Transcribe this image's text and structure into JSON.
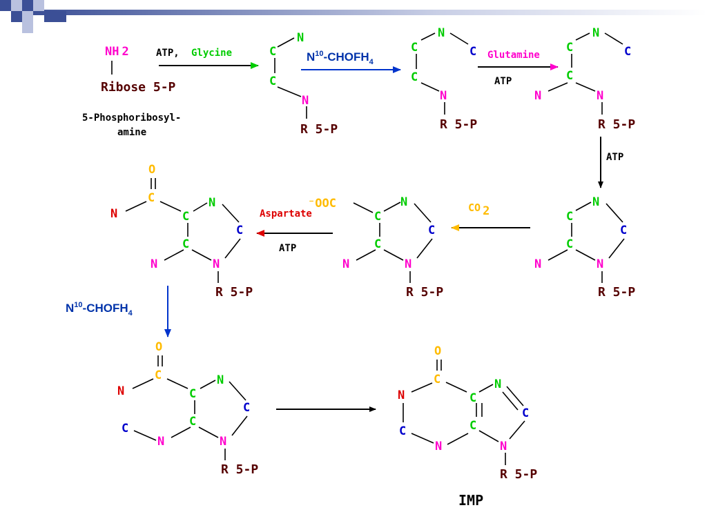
{
  "colors": {
    "carbon": "#00cc00",
    "nitrogen_green": "#00cc00",
    "blue": "#0000cc",
    "magenta": "#ff00cc",
    "red": "#dd0000",
    "orange": "#ffbb00",
    "dark_red": "#550000",
    "formyl": "#0033aa",
    "bar_dark": "#3b4f96",
    "bar_light": "#b9c1df"
  },
  "atoms": {
    "C": "C",
    "N": "N",
    "O": "O"
  },
  "labels": {
    "nh2": "NH",
    "nh2_sub": "2",
    "ribose_5p": "Ribose 5-P",
    "prpp_amine_line1": "5-Phosphoribosyl-",
    "prpp_amine_line2": "amine",
    "r5p": "R 5-P",
    "coo_minus": "⁻OOC",
    "imp": "IMP"
  },
  "reagents": {
    "atp_comma": "ATP,",
    "glycine": "Glycine",
    "n10": "N",
    "n10_sup": "10",
    "n10_rest": "-CHOFH",
    "n10_sub": "4",
    "glutamine": "Glutamine",
    "atp": "ATP",
    "co2": "CO",
    "co2_sub": "2",
    "aspartate": "Aspartate"
  }
}
